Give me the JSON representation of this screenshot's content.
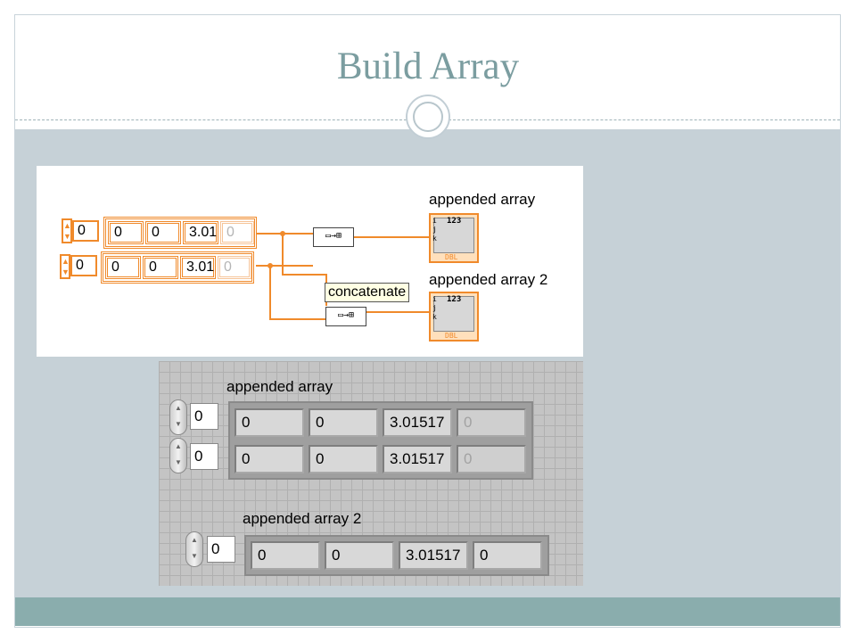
{
  "slide": {
    "title": "Build Array"
  },
  "block_diagram": {
    "rows": [
      {
        "index": "0",
        "cells": [
          "0",
          "0",
          "3.01",
          "0"
        ]
      },
      {
        "index": "0",
        "cells": [
          "0",
          "0",
          "3.01",
          "0"
        ]
      }
    ],
    "indicator_1_label": "appended array",
    "indicator_2_label": "appended array 2",
    "tooltip": "concatenate",
    "indicator_type": "123",
    "indicator_dtype": "DBL",
    "wire_color": "#f08a2b"
  },
  "front_panel": {
    "array_1": {
      "label": "appended array",
      "rows": [
        {
          "index": "0",
          "cells": [
            "0",
            "0",
            "3.01517",
            "0"
          ]
        },
        {
          "index": "0",
          "cells": [
            "0",
            "0",
            "3.01517",
            "0"
          ]
        }
      ]
    },
    "array_2": {
      "label": "appended array 2",
      "index": "0",
      "cells": [
        "0",
        "0",
        "3.01517",
        "0"
      ]
    }
  },
  "colors": {
    "title": "#7b9da0",
    "content_bg": "#c6d1d7",
    "bottom_bar": "#8aadad"
  }
}
